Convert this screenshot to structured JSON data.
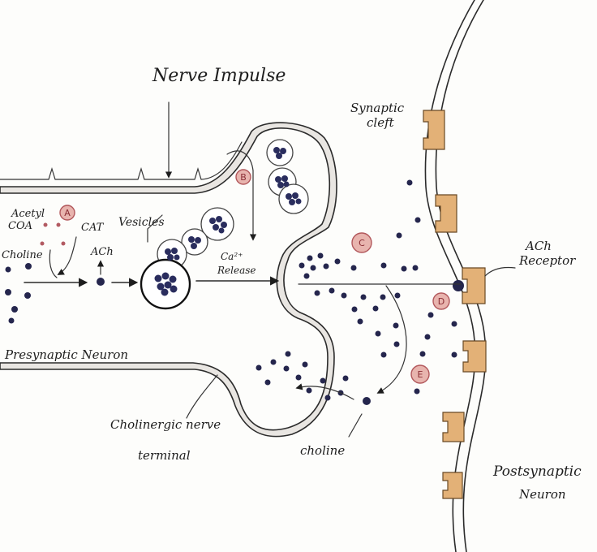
{
  "labels": {
    "nerve_impulse": "Nerve Impulse",
    "synaptic_cleft_line1": "Synaptic",
    "synaptic_cleft_line2": "cleft",
    "acetyl_coa_line1": "Acetyl",
    "acetyl_coa_line2": "COA",
    "choline_left": "Choline",
    "cat": "CAT",
    "vesicles": "Vesicles",
    "ach_left": "ACh",
    "ca_release_line1": "Ca²⁺",
    "ca_release_line2": "Release",
    "ach_receptor_line1": "ACh",
    "ach_receptor_line2": "Receptor",
    "presynaptic_neuron": "Presynaptic Neuron",
    "cholinergic_line1": "Cholinergic nerve",
    "cholinergic_line2": "terminal",
    "choline_bottom": "choline",
    "postsynaptic_line1": "Postsynaptic",
    "postsynaptic_line2": "Neuron"
  },
  "enzymes": {
    "A": "A",
    "B": "B",
    "C": "C",
    "D": "D",
    "E": "E"
  },
  "colors": {
    "membrane": "#e9e6e2",
    "ach_dot": "#25264d",
    "acetyl_dot": "#b25a62",
    "enzyme_fill": "#e8b4ae",
    "receptor": "#e3b177"
  }
}
